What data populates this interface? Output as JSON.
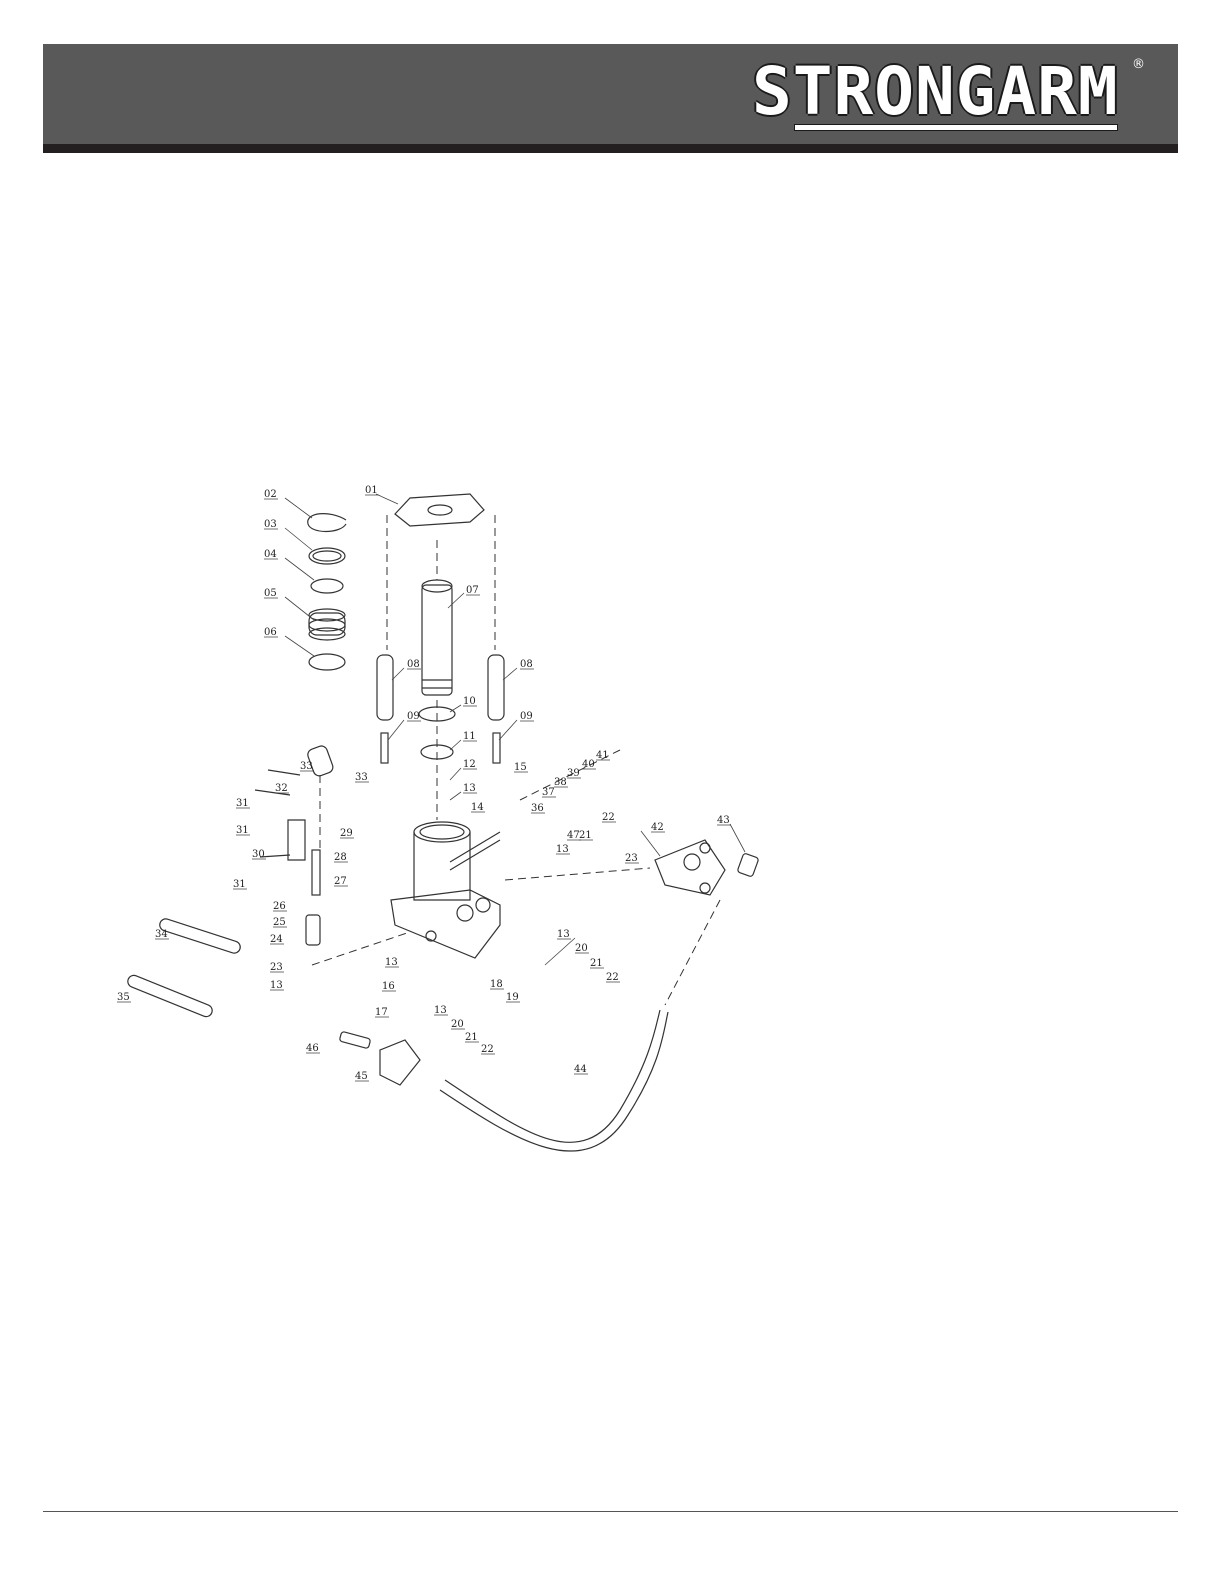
{
  "header": {
    "brand": "STRONGARM",
    "registered_mark": "®"
  },
  "diagram": {
    "callouts": [
      {
        "id": "c01",
        "label": "01"
      },
      {
        "id": "c02",
        "label": "02"
      },
      {
        "id": "c03",
        "label": "03"
      },
      {
        "id": "c04",
        "label": "04"
      },
      {
        "id": "c05",
        "label": "05"
      },
      {
        "id": "c06",
        "label": "06"
      },
      {
        "id": "c07",
        "label": "07"
      },
      {
        "id": "c08a",
        "label": "08"
      },
      {
        "id": "c08b",
        "label": "08"
      },
      {
        "id": "c09a",
        "label": "09"
      },
      {
        "id": "c09b",
        "label": "09"
      },
      {
        "id": "c10",
        "label": "10"
      },
      {
        "id": "c11",
        "label": "11"
      },
      {
        "id": "c12",
        "label": "12"
      },
      {
        "id": "c13a",
        "label": "13"
      },
      {
        "id": "c14",
        "label": "14"
      },
      {
        "id": "c15",
        "label": "15"
      },
      {
        "id": "c36",
        "label": "36"
      },
      {
        "id": "c37",
        "label": "37"
      },
      {
        "id": "c38",
        "label": "38"
      },
      {
        "id": "c39",
        "label": "39"
      },
      {
        "id": "c40",
        "label": "40"
      },
      {
        "id": "c41",
        "label": "41"
      },
      {
        "id": "c22a",
        "label": "22"
      },
      {
        "id": "c21a",
        "label": "21"
      },
      {
        "id": "c47",
        "label": "47"
      },
      {
        "id": "c13b",
        "label": "13"
      },
      {
        "id": "c42",
        "label": "42"
      },
      {
        "id": "c43",
        "label": "43"
      },
      {
        "id": "c23a",
        "label": "23"
      },
      {
        "id": "c33a",
        "label": "33"
      },
      {
        "id": "c33b",
        "label": "33"
      },
      {
        "id": "c32",
        "label": "32"
      },
      {
        "id": "c31a",
        "label": "31"
      },
      {
        "id": "c31b",
        "label": "31"
      },
      {
        "id": "c30",
        "label": "30"
      },
      {
        "id": "c29",
        "label": "29"
      },
      {
        "id": "c28",
        "label": "28"
      },
      {
        "id": "c31c",
        "label": "31"
      },
      {
        "id": "c27",
        "label": "27"
      },
      {
        "id": "c26",
        "label": "26"
      },
      {
        "id": "c25",
        "label": "25"
      },
      {
        "id": "c24",
        "label": "24"
      },
      {
        "id": "c23b",
        "label": "23"
      },
      {
        "id": "c13c",
        "label": "13"
      },
      {
        "id": "c34",
        "label": "34"
      },
      {
        "id": "c35",
        "label": "35"
      },
      {
        "id": "c13d",
        "label": "13"
      },
      {
        "id": "c16",
        "label": "16"
      },
      {
        "id": "c17",
        "label": "17"
      },
      {
        "id": "c13e",
        "label": "13"
      },
      {
        "id": "c20a",
        "label": "20"
      },
      {
        "id": "c21b",
        "label": "21"
      },
      {
        "id": "c22b",
        "label": "22"
      },
      {
        "id": "c18",
        "label": "18"
      },
      {
        "id": "c19",
        "label": "19"
      },
      {
        "id": "c13f",
        "label": "13"
      },
      {
        "id": "c20b",
        "label": "20"
      },
      {
        "id": "c21c",
        "label": "21"
      },
      {
        "id": "c22c",
        "label": "22"
      },
      {
        "id": "c46",
        "label": "46"
      },
      {
        "id": "c45",
        "label": "45"
      },
      {
        "id": "c44",
        "label": "44"
      }
    ]
  }
}
